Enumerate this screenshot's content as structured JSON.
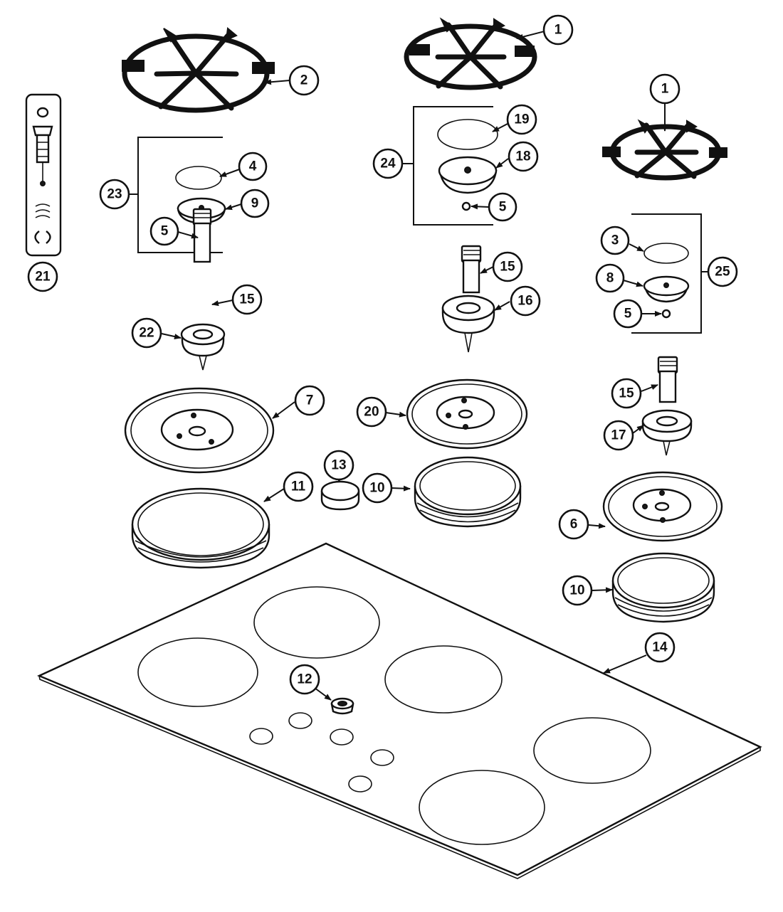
{
  "callouts": {
    "c1a": "1",
    "c1b": "1",
    "c2": "2",
    "c3": "3",
    "c4": "4",
    "c5a": "5",
    "c5b": "5",
    "c5c": "5",
    "c6": "6",
    "c7": "7",
    "c8": "8",
    "c9": "9",
    "c10a": "10",
    "c10b": "10",
    "c11": "11",
    "c12": "12",
    "c13": "13",
    "c14": "14",
    "c15a": "15",
    "c15b": "15",
    "c15c": "15",
    "c16": "16",
    "c17": "17",
    "c18": "18",
    "c19": "19",
    "c20": "20",
    "c21": "21",
    "c22": "22",
    "c23": "23",
    "c24": "24",
    "c25": "25"
  }
}
